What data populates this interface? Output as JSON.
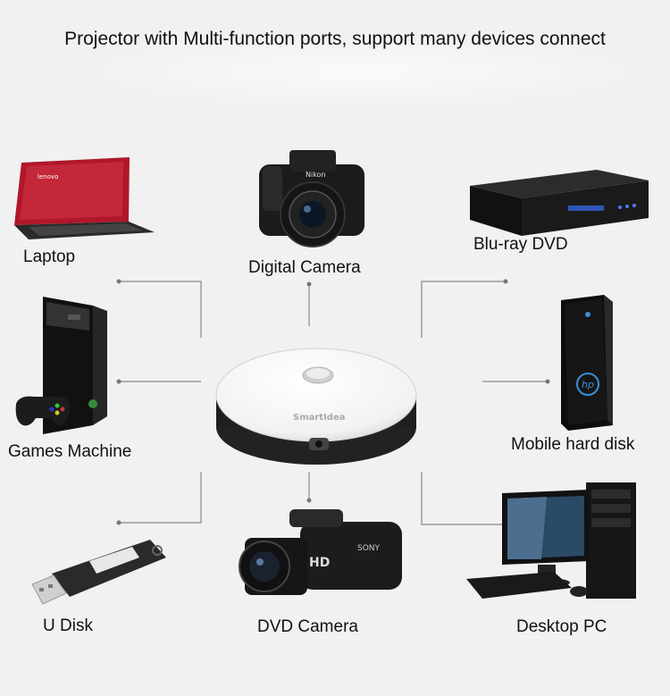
{
  "title": "Projector with Multi-function ports, support many devices connect",
  "projector": {
    "brand": "SmartIdea"
  },
  "devices": {
    "laptop": {
      "label": "Laptop"
    },
    "camera": {
      "label": "Digital Camera"
    },
    "bluray": {
      "label": "Blu-ray DVD"
    },
    "console": {
      "label": "Games Machine"
    },
    "harddisk": {
      "label": "Mobile hard disk"
    },
    "udisk": {
      "label": "U Disk"
    },
    "dvdcam": {
      "label": "DVD Camera"
    },
    "desktop": {
      "label": "Desktop PC"
    }
  },
  "colors": {
    "line": "#888888",
    "background": "#f1f1f1",
    "laptop_red": "#b0172a",
    "hp_blue": "#3a8fd8"
  }
}
